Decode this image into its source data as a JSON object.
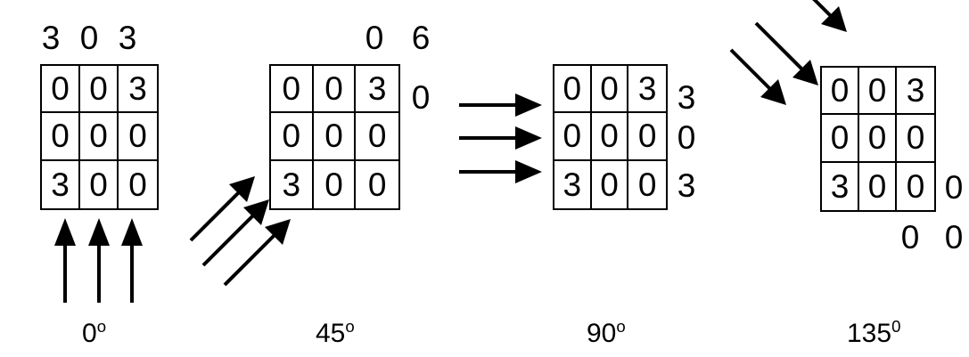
{
  "figure": {
    "title": "GLCM direction offsets on a 3x3 image matrix",
    "background_color": "#ffffff",
    "ink_color": "#000000"
  },
  "panels": [
    {
      "id": "panel-0-degrees",
      "caption": {
        "value": "0",
        "degree_mark": "o"
      },
      "matrix": [
        [
          "0",
          "0",
          "3"
        ],
        [
          "0",
          "0",
          "0"
        ],
        [
          "3",
          "0",
          "0"
        ]
      ],
      "edge_labels_top": [
        "3",
        "0",
        "3"
      ],
      "edge_labels_right": [],
      "edge_labels_bottom": [],
      "arrow_direction": "up",
      "arrow_count": 3
    },
    {
      "id": "panel-45-degrees",
      "caption": {
        "value": "45",
        "degree_mark": "o"
      },
      "matrix": [
        [
          "0",
          "0",
          "3"
        ],
        [
          "0",
          "0",
          "0"
        ],
        [
          "3",
          "0",
          "0"
        ]
      ],
      "edge_labels_top": [
        "0",
        "6"
      ],
      "edge_labels_right": [
        "0"
      ],
      "edge_labels_bottom": [],
      "arrow_direction": "up-right",
      "arrow_count": 3
    },
    {
      "id": "panel-90-degrees",
      "caption": {
        "value": "90",
        "degree_mark": "o"
      },
      "matrix": [
        [
          "0",
          "0",
          "3"
        ],
        [
          "0",
          "0",
          "0"
        ],
        [
          "3",
          "0",
          "0"
        ]
      ],
      "edge_labels_top": [],
      "edge_labels_right": [
        "3",
        "0",
        "3"
      ],
      "edge_labels_bottom": [],
      "arrow_direction": "right",
      "arrow_count": 3
    },
    {
      "id": "panel-135-degrees",
      "caption": {
        "value": "135",
        "degree_mark": "0"
      },
      "matrix": [
        [
          "0",
          "0",
          "3"
        ],
        [
          "0",
          "0",
          "0"
        ],
        [
          "3",
          "0",
          "0"
        ]
      ],
      "edge_labels_top": [],
      "edge_labels_right": [
        "0"
      ],
      "edge_labels_bottom": [
        "0",
        "0"
      ],
      "arrow_direction": "down-right",
      "arrow_count": 3
    }
  ]
}
